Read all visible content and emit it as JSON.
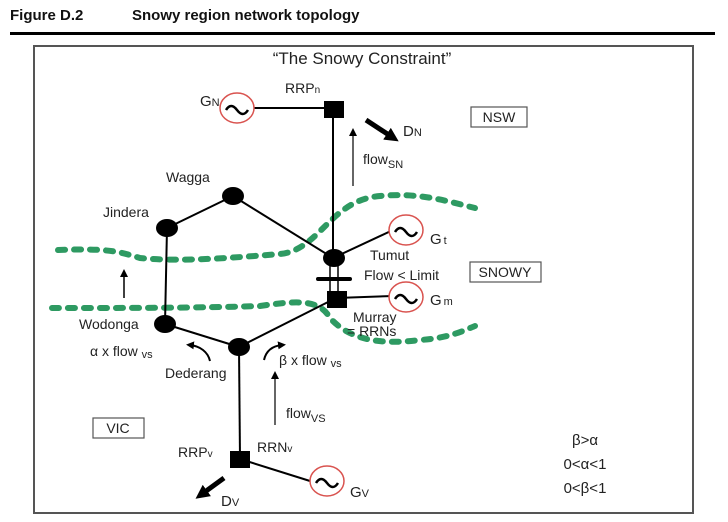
{
  "figure": {
    "number": "Figure D.2",
    "title": "Snowy region network topology"
  },
  "diagram": {
    "heading": "“The Snowy Constraint”",
    "colors": {
      "line": "#000000",
      "boundary": "#2e9a62",
      "generator_ring": "#d9534f",
      "text": "#222222",
      "frame": "#666666"
    },
    "regions": [
      {
        "id": "nsw",
        "label": "NSW"
      },
      {
        "id": "snowy",
        "label": "SNOWY"
      },
      {
        "id": "vic",
        "label": "VIC"
      }
    ],
    "nodes": [
      {
        "id": "wagga",
        "label": "Wagga",
        "kind": "bus"
      },
      {
        "id": "jindera",
        "label": "Jindera",
        "kind": "bus"
      },
      {
        "id": "tumut",
        "label": "Tumut",
        "kind": "bus"
      },
      {
        "id": "murray",
        "label": "Murray",
        "label2": "= RRNs",
        "kind": "reference-node"
      },
      {
        "id": "wodonga",
        "label": "Wodonga",
        "kind": "bus"
      },
      {
        "id": "dederang",
        "label": "Dederang",
        "kind": "bus"
      },
      {
        "id": "rrp_n",
        "label": "RRPn",
        "kind": "reference-node"
      },
      {
        "id": "rrp_v",
        "label": "RRPv",
        "label2": "RRNv",
        "kind": "reference-node"
      }
    ],
    "generators": [
      {
        "id": "gn",
        "label": "G",
        "sub": "N"
      },
      {
        "id": "gt",
        "label": "G",
        "sub": "t"
      },
      {
        "id": "gm",
        "label": "G",
        "sub": "m"
      },
      {
        "id": "gv",
        "label": "G",
        "sub": "V"
      }
    ],
    "demands": [
      {
        "id": "dn",
        "label": "D",
        "sub": "N"
      },
      {
        "id": "dv",
        "label": "D",
        "sub": "V"
      }
    ],
    "edges": [
      [
        "gn",
        "rrp_n"
      ],
      [
        "rrp_n",
        "tumut"
      ],
      [
        "jindera",
        "wagga"
      ],
      [
        "wagga",
        "tumut"
      ],
      [
        "jindera",
        "wodonga"
      ],
      [
        "tumut",
        "gt"
      ],
      [
        "tumut",
        "murray"
      ],
      [
        "murray",
        "gm"
      ],
      [
        "murray",
        "dederang"
      ],
      [
        "wodonga",
        "dederang"
      ],
      [
        "dederang",
        "rrp_v"
      ],
      [
        "rrp_v",
        "gv"
      ]
    ],
    "annotations": {
      "flow_sn": {
        "text": "flow",
        "sub": "SN"
      },
      "flow_vs": {
        "text": "flow",
        "sub": "VS"
      },
      "alpha_flow": {
        "text": "α x flow ",
        "sub": "vs"
      },
      "beta_flow": {
        "text": "β x flow ",
        "sub": "vs"
      },
      "limit": "Flow < Limit",
      "conditions": [
        "β>α",
        "0<α<1",
        "0<β<1"
      ]
    }
  }
}
